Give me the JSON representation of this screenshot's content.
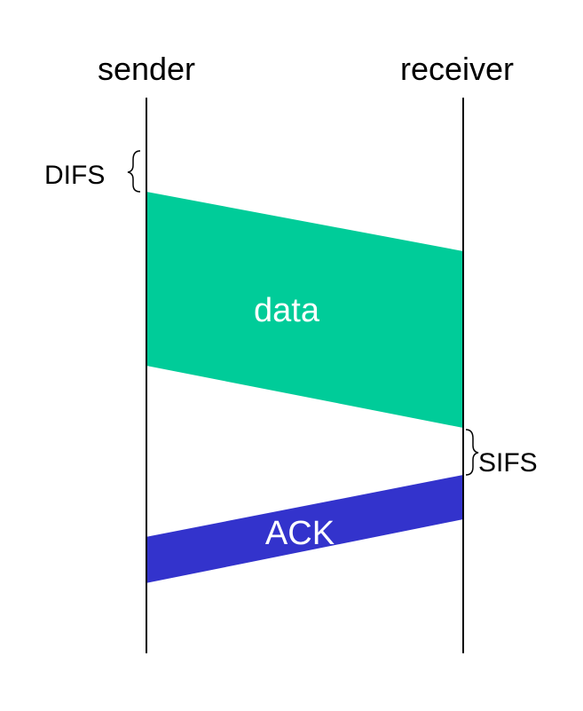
{
  "diagram": {
    "sender_label": "sender",
    "receiver_label": "receiver",
    "difs_label": "DIFS",
    "sifs_label": "SIFS",
    "data_label": "data",
    "ack_label": "ACK"
  },
  "colors": {
    "data_frame": "#00CC99",
    "ack_frame": "#3333CC",
    "timeline": "#000000",
    "frame_text": "#ffffff"
  }
}
